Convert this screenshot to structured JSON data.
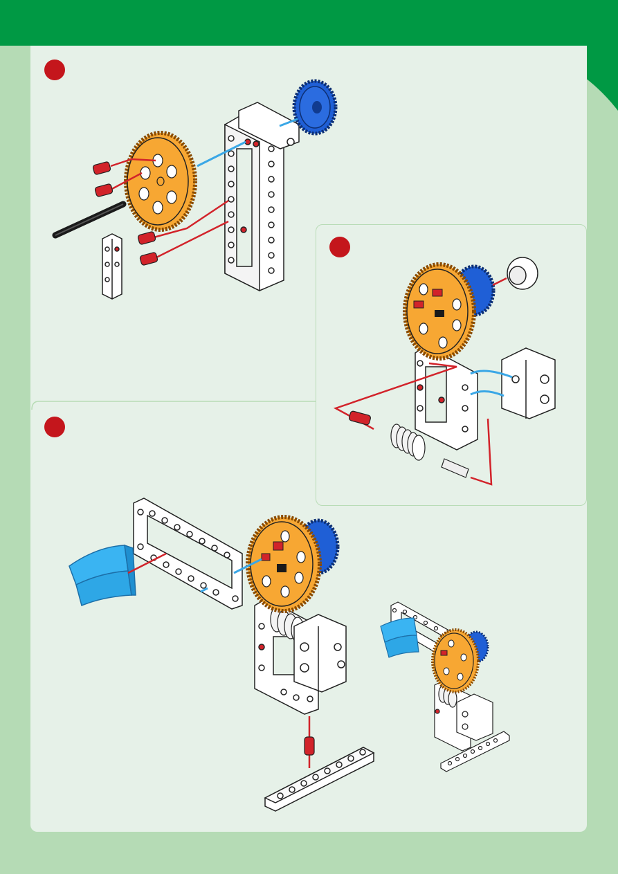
{
  "page": {
    "colors": {
      "header": "#009944",
      "outer_background": "#b5dbb5",
      "panel_background": "#e6f1e8",
      "step_badge": "#c4161c",
      "gear_large": "#f7a733",
      "gear_small": "#1f5fd6",
      "connector_red": "#d2232a",
      "guide_blue": "#3aa7e6",
      "curved_part": "#3ab4f2"
    },
    "steps": [
      {
        "number": "",
        "icon": "step-badge"
      },
      {
        "number": "",
        "icon": "step-badge"
      },
      {
        "number": "",
        "icon": "step-badge"
      }
    ],
    "illustrations": [
      {
        "step": 1,
        "parts": [
          "large-orange-gear",
          "small-blue-gear",
          "white-frame",
          "red-pins",
          "black-axle",
          "white-beam"
        ]
      },
      {
        "step": 2,
        "parts": [
          "gear-assembly",
          "motor-box",
          "worm-gear",
          "red-pin",
          "gray-axle",
          "wheel-hub"
        ]
      },
      {
        "step": 3,
        "parts": [
          "white-frame",
          "blue-curved-panel",
          "assembly",
          "base-beam",
          "finished-model"
        ]
      }
    ]
  }
}
